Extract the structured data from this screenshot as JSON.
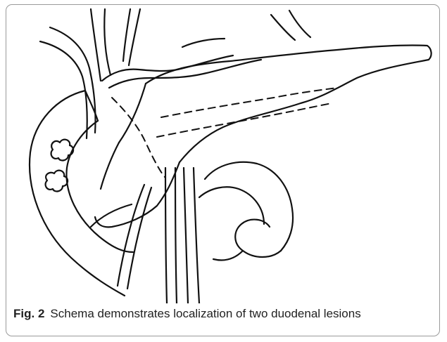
{
  "figure": {
    "label": "Fig. 2",
    "caption": "Schema demonstrates localization of two duodenal lesions"
  },
  "drawing": {
    "subject": "pancreas-duodenum-vessels-schema",
    "lesion_count": 2,
    "line_color": "#111111"
  }
}
